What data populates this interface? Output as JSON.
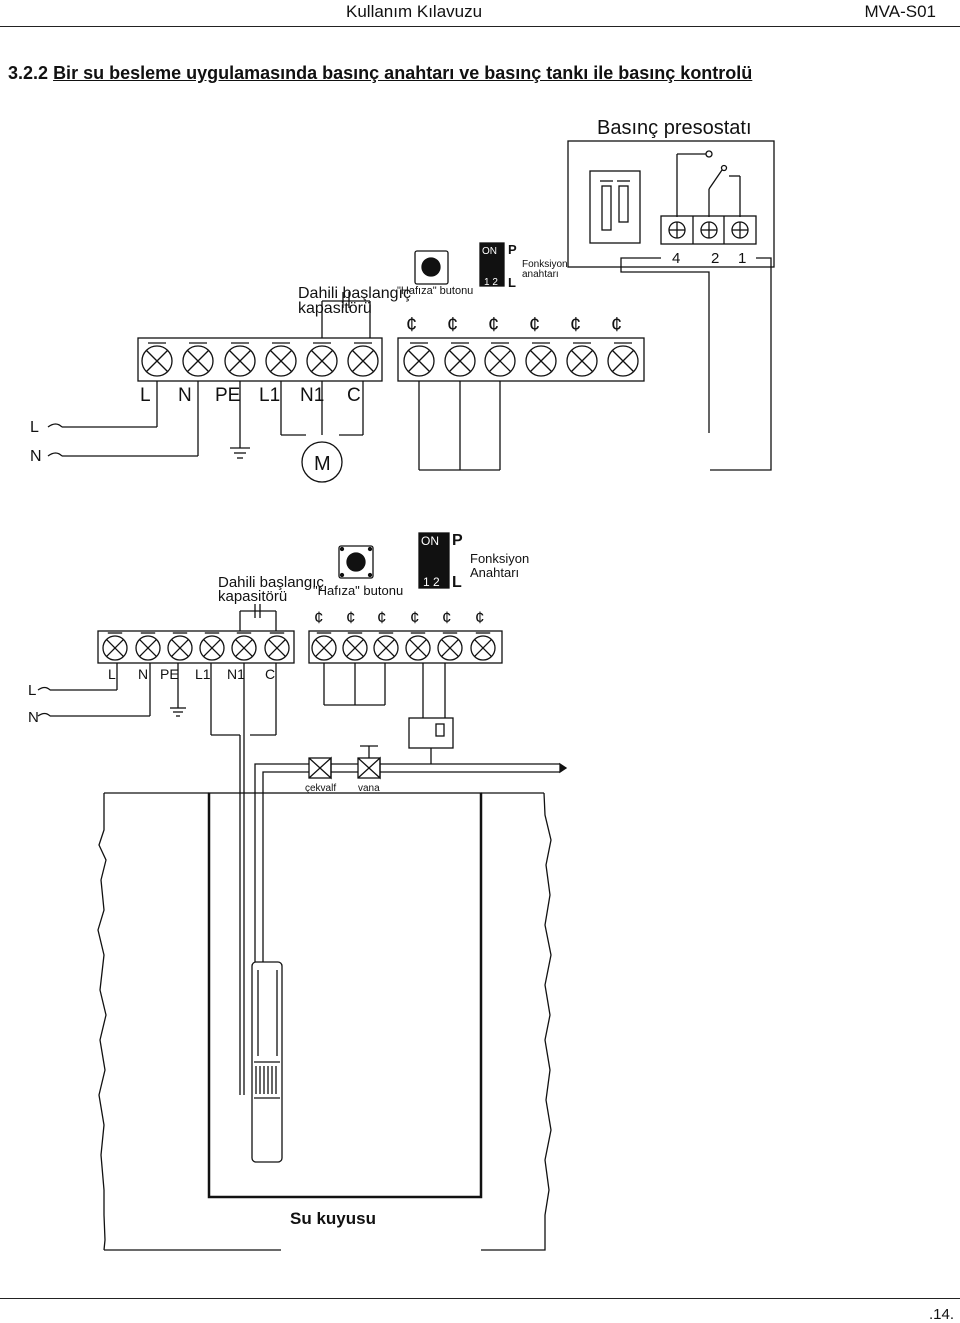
{
  "header": {
    "left": "Kullanım Kılavuzu",
    "right": "MVA-S01"
  },
  "section": {
    "number": "3.2.2",
    "title": "Bir su besleme uygulamasında basınç anahtarı ve basınç tankı ile basınç kontrolü"
  },
  "diagram1": {
    "pressostat_title": "Basınç presostatı",
    "pressostat_terminals": [
      "4",
      "2",
      "1"
    ],
    "capacitor_label_1": "Dahili başlangıç",
    "capacitor_label_2": "kapasitörü",
    "memory_button": "\"Hafıza\" butonu",
    "dip_on": "ON",
    "dip_nums": "1 2",
    "dip_p": "P",
    "dip_l": "L",
    "function_switch_1": "Fonksiyon",
    "function_switch_2": "anahtarı",
    "terminal_labels": [
      "L",
      "N",
      "PE",
      "L1",
      "N1",
      "C"
    ],
    "line_l": "L",
    "line_n": "N",
    "motor": "M",
    "cent_symbol": "¢"
  },
  "diagram2": {
    "capacitor_label_1": "Dahili başlangıç",
    "capacitor_label_2": "kapasitörü",
    "memory_button": "\"Hafıza\" butonu",
    "dip_on": "ON",
    "dip_nums": "1 2",
    "dip_p": "P",
    "dip_l": "L",
    "function_switch_1": "Fonksiyon",
    "function_switch_2": "Anahtarı",
    "terminal_labels": [
      "L",
      "N",
      "PE",
      "L1",
      "N1",
      "C"
    ],
    "line_l": "L",
    "line_n": "N",
    "check_valve": "çekvalf",
    "valve": "vana",
    "well_label": "Su kuyusu",
    "cent_symbol": "¢"
  },
  "footer": {
    "page": ".14."
  }
}
